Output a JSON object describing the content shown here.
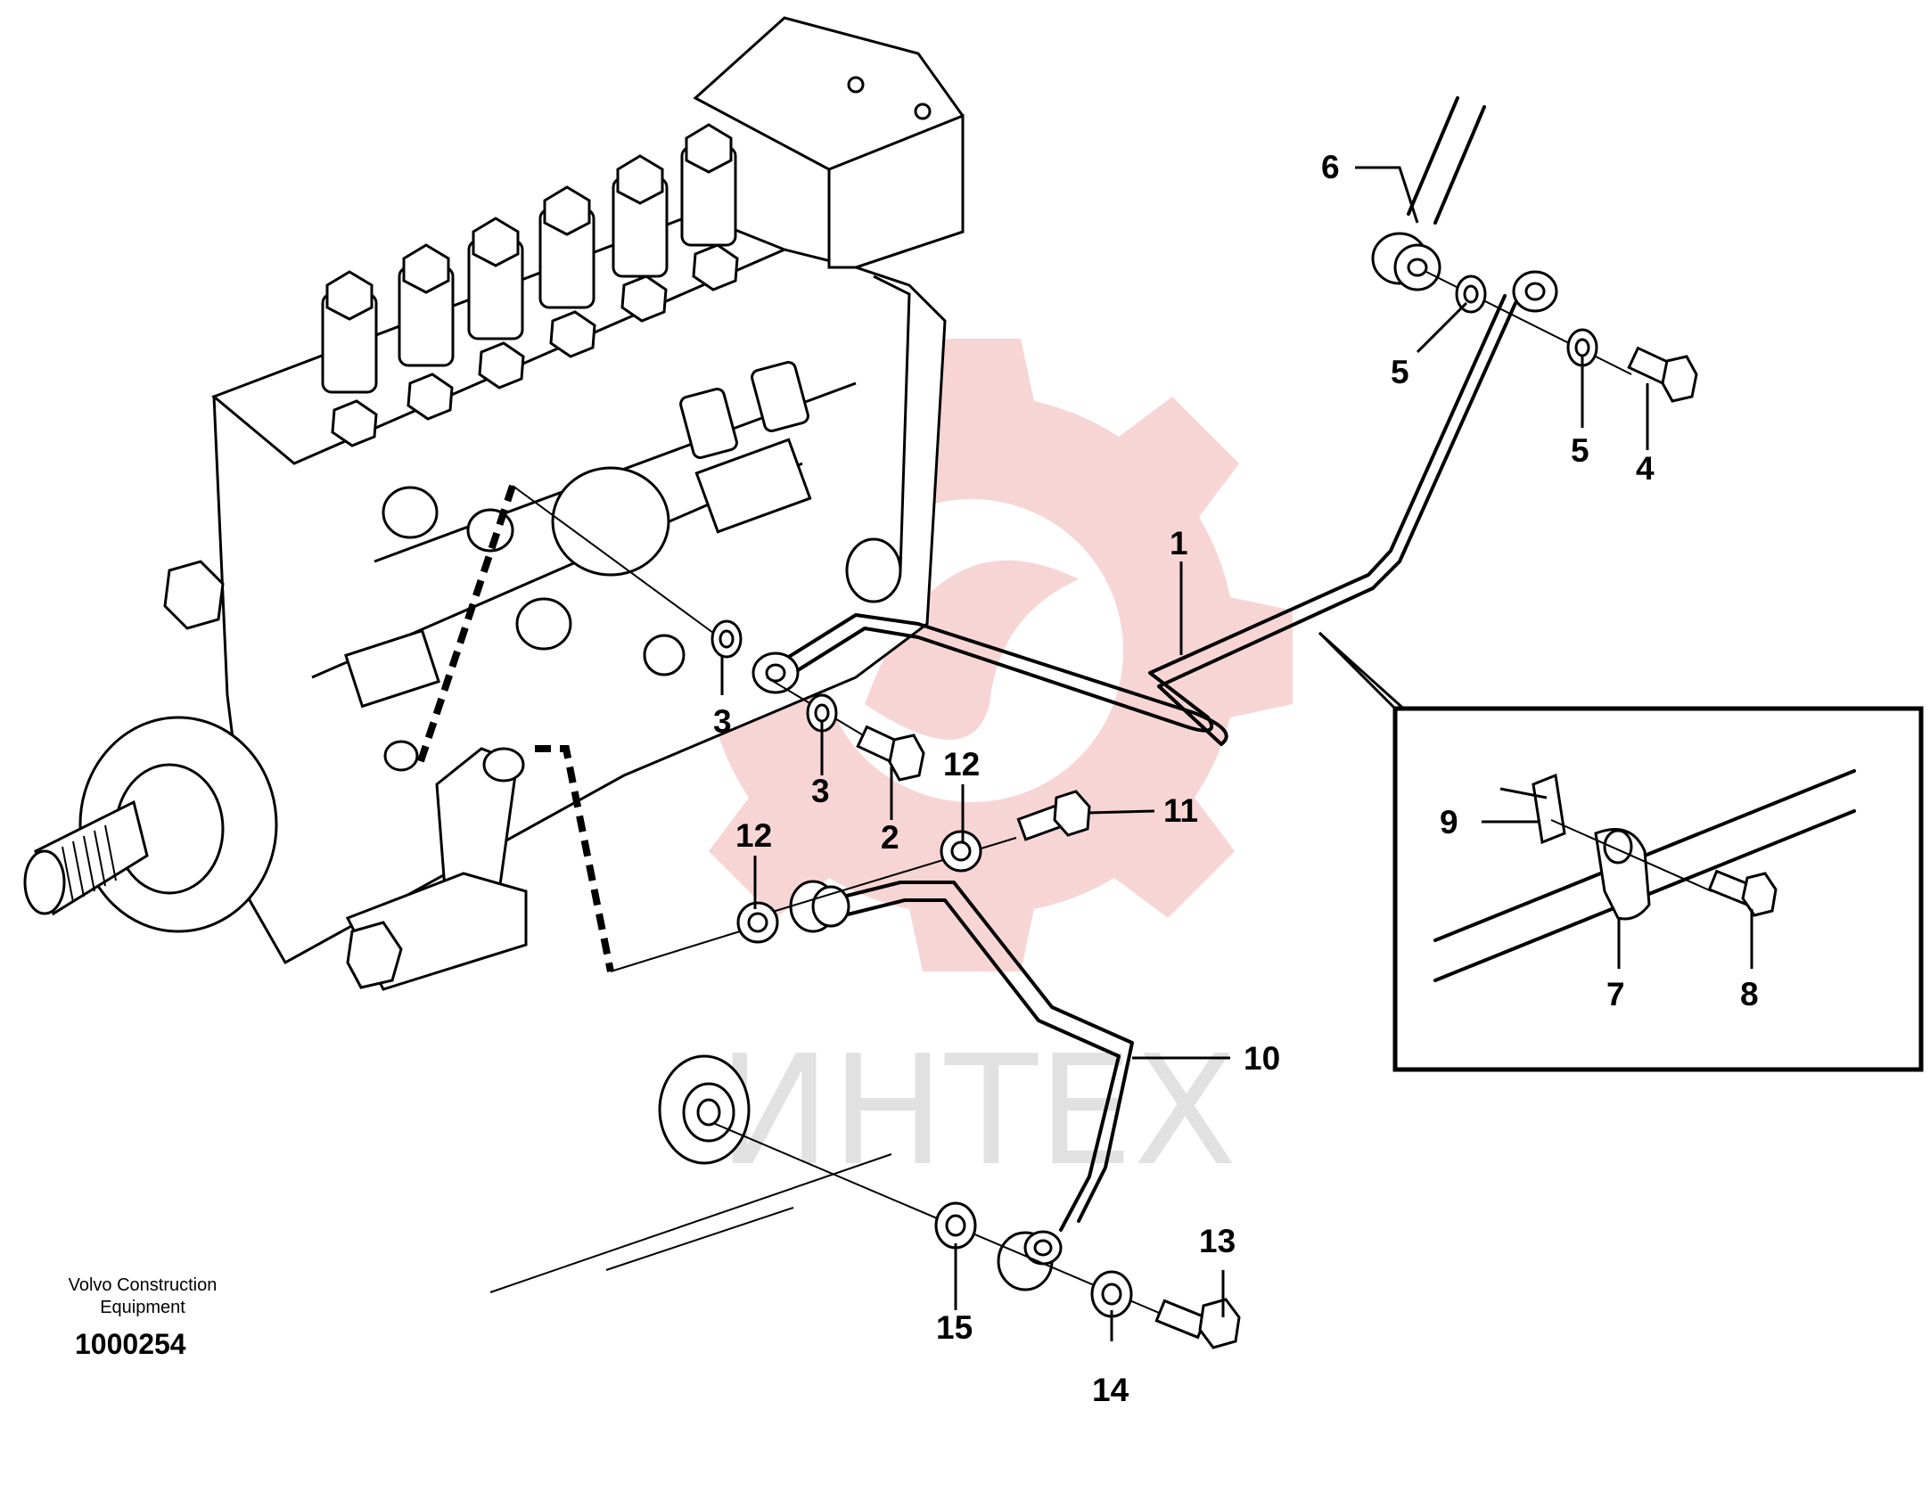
{
  "watermark": {
    "text": "ИНТЕХ",
    "gear_color": "#f4b3b3"
  },
  "company_name": "Volvo Construction\nEquipment",
  "drawing_number": "1000254",
  "callouts": {
    "c1": "1",
    "c2": "2",
    "c3a": "3",
    "c3b": "3",
    "c4": "4",
    "c5a": "5",
    "c5b": "5",
    "c6": "6",
    "c7": "7",
    "c8": "8",
    "c9": "9",
    "c10": "10",
    "c11": "11",
    "c12a": "12",
    "c12b": "12",
    "c13": "13",
    "c14": "14",
    "c15": "15"
  }
}
